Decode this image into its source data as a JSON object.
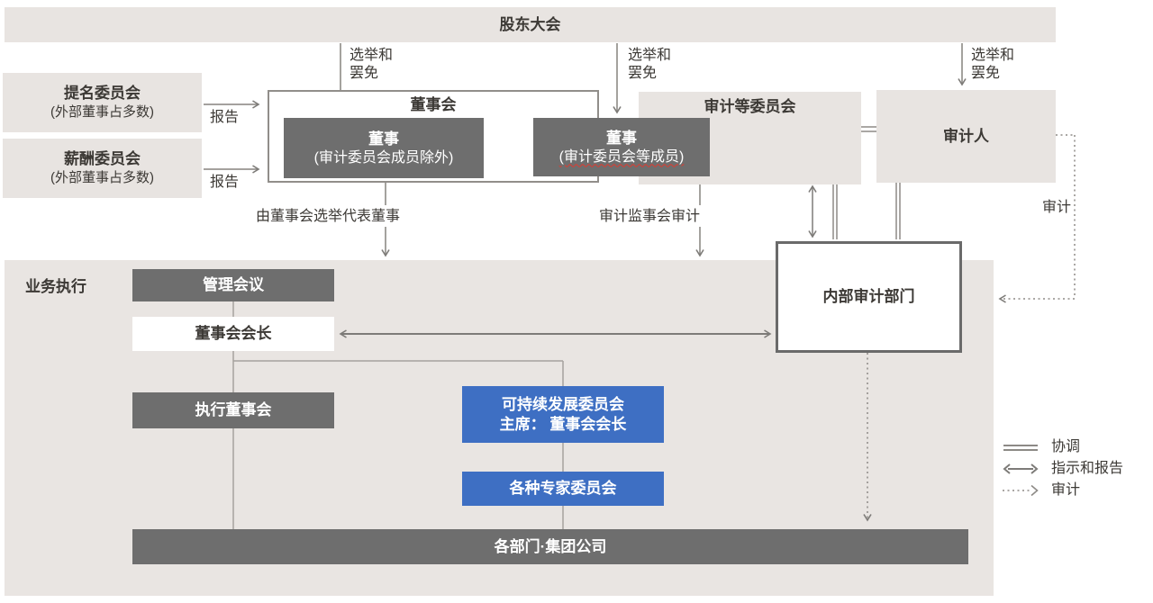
{
  "shareholders_bar": {
    "label": "股东大会"
  },
  "election_label": {
    "line1": "选举和",
    "line2": "罢免"
  },
  "report_label": "报告",
  "nomination_committee": {
    "title": "提名委员会",
    "note": "(外部董事占多数)"
  },
  "compensation_committee": {
    "title": "薪酬委员会",
    "note": "(外部董事占多数)"
  },
  "board": {
    "label": "董事会",
    "directors_excl_audit": {
      "title": "董事",
      "note": "(审计委员会成员除外)"
    },
    "directors_audit_members": {
      "title": "董事",
      "note": "(审计委员会等成员)"
    }
  },
  "audit_committee": {
    "label": "审计等委员会"
  },
  "auditor": {
    "label": "审计人"
  },
  "flow_labels": {
    "representative_election": "由董事会选举代表董事",
    "audit_supervisory": "审计监事会审计",
    "audit_right": "审计"
  },
  "execution_panel": {
    "label": "业务执行",
    "management_meeting": "管理会议",
    "board_chairman": "董事会会长",
    "executive_board": "执行董事会",
    "sustainability_committee": {
      "line1": "可持续发展委员会",
      "line2": "主席： 董事会会长"
    },
    "expert_committees": "各种专家委员会",
    "departments_group": "各部门·集团公司"
  },
  "internal_audit": {
    "label": "内部审计部门"
  },
  "legend": {
    "coordination": "协调",
    "instruction_report": "指示和报告",
    "audit": "审计"
  },
  "colors": {
    "light_box": "#e8e4e1",
    "panel": "#e9e5e2",
    "dark_box": "#6e6e6e",
    "blue_box": "#3e6fc3",
    "connector": "#a6a29e",
    "arrow": "#7d7b78",
    "text": "#3c3935",
    "squiggle": "#e03a2f"
  }
}
